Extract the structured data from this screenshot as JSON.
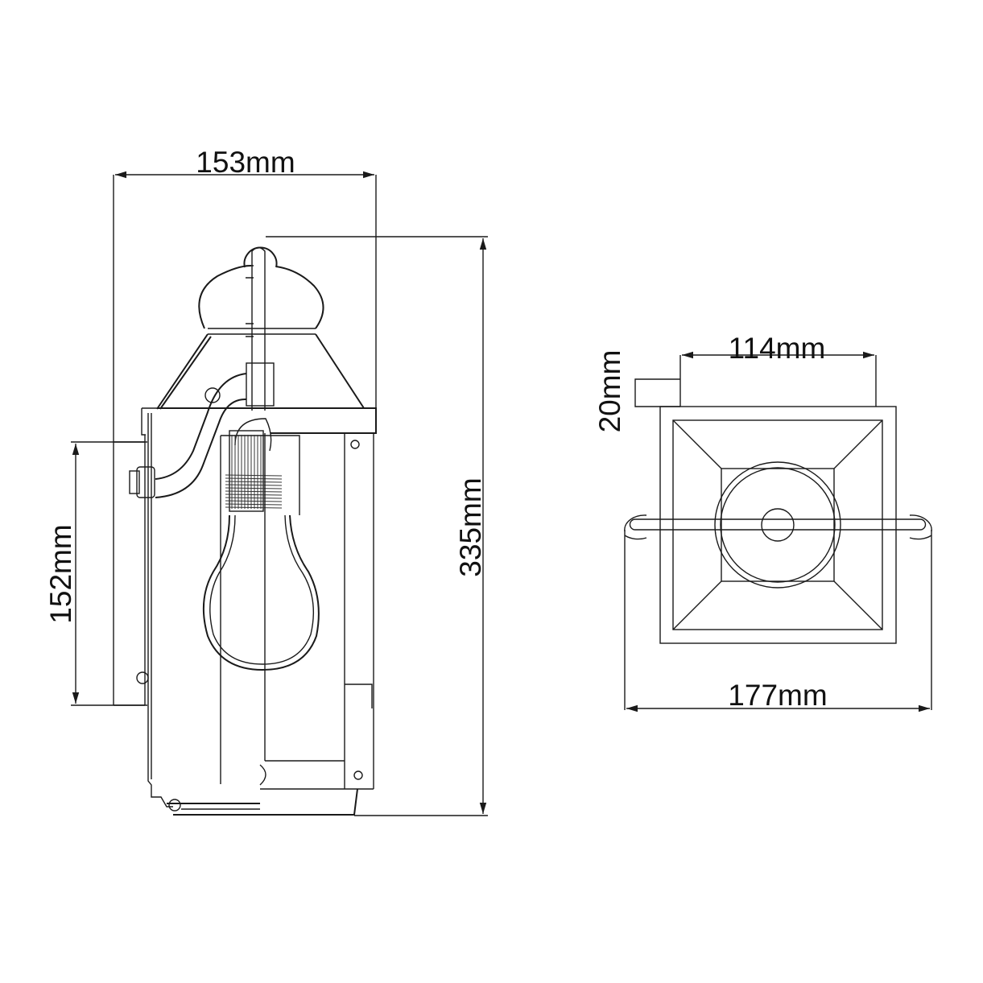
{
  "side_view": {
    "width_label": "153mm",
    "height_label": "335mm",
    "backplate_label": "152mm"
  },
  "top_view": {
    "top_width_label": "114mm",
    "top_depth_label": "20mm",
    "overall_width_label": "177mm"
  },
  "colors": {
    "line": "#1a1a1a",
    "background": "#ffffff"
  }
}
